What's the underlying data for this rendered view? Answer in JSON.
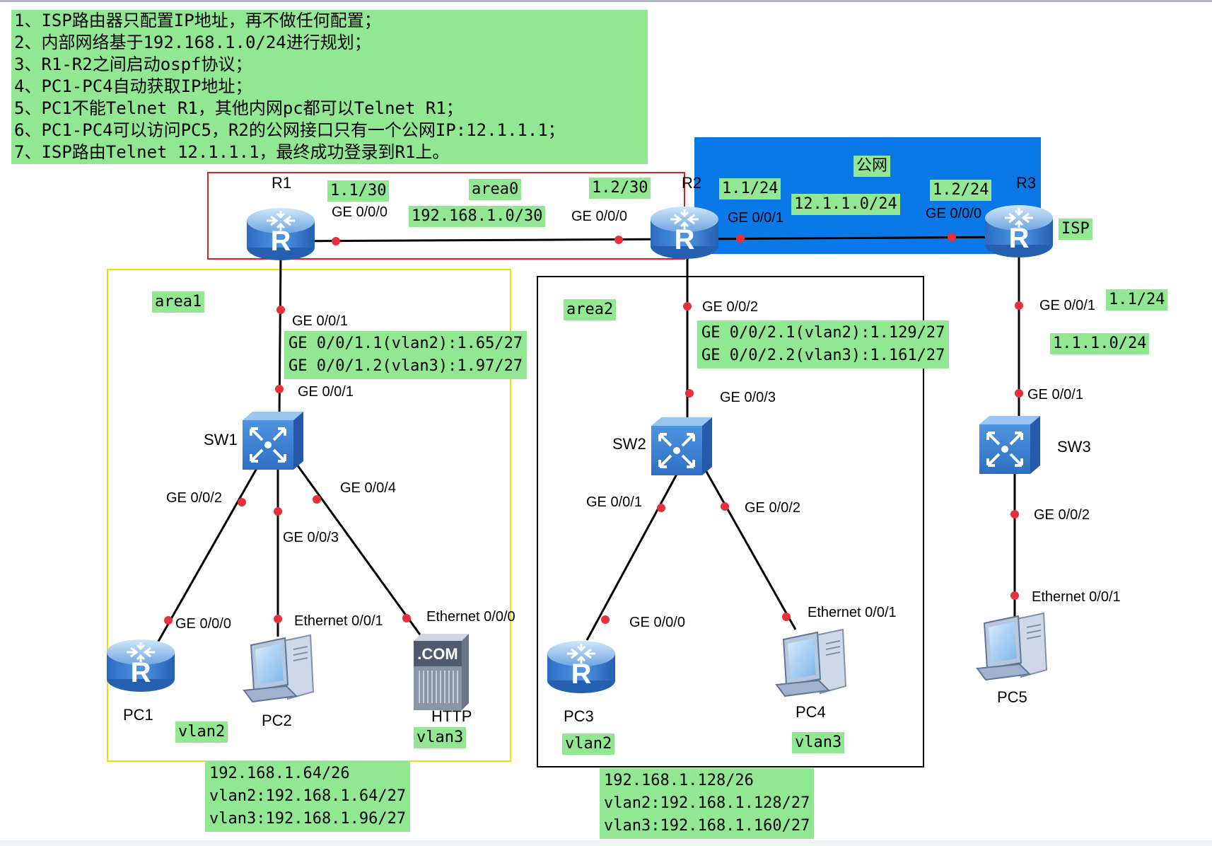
{
  "notes": [
    "1、ISP路由器只配置IP地址，再不做任何配置；",
    "2、内部网络基于192.168.1.0/24进行规划；",
    "3、R1-R2之间启动ospf协议；",
    "4、PC1-PC4自动获取IP地址；",
    "5、PC1不能Telnet R1，其他内网pc都可以Telnet R1；",
    "6、PC1-PC4可以访问PC5，R2的公网接口只有一个公网IP:12.1.1.1；",
    "7、ISP路由Telnet 12.1.1.1，最终成功登录到R1上。"
  ],
  "public_network": {
    "title": "公网",
    "r2_ip": "1.1/24",
    "subnet": "12.1.1.0/24",
    "r3_ip": "1.2/24"
  },
  "area0": {
    "label": "area0",
    "r1_ip": "1.1/30",
    "r2_ip": "1.2/30",
    "subnet": "192.168.1.0/30"
  },
  "area1": {
    "label": "area1",
    "subif_1": "GE 0/0/1.1(vlan2):1.65/27",
    "subif_2": "GE 0/0/1.2(vlan3):1.97/27",
    "vlan_pc1": "vlan2",
    "vlan_http": "vlan3",
    "summary": [
      "192.168.1.64/26",
      "vlan2:192.168.1.64/27",
      "vlan3:192.168.1.96/27"
    ]
  },
  "area2": {
    "label": "area2",
    "subif_1": "GE 0/0/2.1(vlan2):1.129/27",
    "subif_2": "GE 0/0/2.2(vlan3):1.161/27",
    "vlan_pc3": "vlan2",
    "vlan_pc4": "vlan3",
    "summary": [
      "192.168.1.128/26",
      "vlan2:192.168.1.128/27",
      "vlan3:192.168.1.160/27"
    ]
  },
  "isp_side": {
    "isp_tag": "ISP",
    "r3_ip": "1.1/24",
    "subnet": "1.1.1.0/24"
  },
  "nodes": {
    "r1": "R1",
    "r2": "R2",
    "r3": "R3",
    "sw1": "SW1",
    "sw2": "SW2",
    "sw3": "SW3",
    "pc1": "PC1",
    "pc2": "PC2",
    "http": "HTTP",
    "pc3": "PC3",
    "pc4": "PC4",
    "pc5": "PC5"
  },
  "ports": {
    "r1_ge000": "GE 0/0/0",
    "r2_ge000": "GE 0/0/0",
    "r2_ge001": "GE 0/0/1",
    "r3_ge000": "GE 0/0/0",
    "r1_ge001": "GE 0/0/1",
    "sw1_ge001": "GE 0/0/1",
    "sw1_ge002": "GE 0/0/2",
    "sw1_ge003": "GE 0/0/3",
    "sw1_ge004": "GE 0/0/4",
    "pc1_ge000": "GE 0/0/0",
    "pc2_eth": "Ethernet 0/0/1",
    "http_eth": "Ethernet 0/0/0",
    "r2_ge002": "GE 0/0/2",
    "sw2_ge003": "GE 0/0/3",
    "sw2_ge001": "GE 0/0/1",
    "sw2_ge002": "GE 0/0/2",
    "pc3_ge000": "GE 0/0/0",
    "pc4_eth": "Ethernet 0/0/1",
    "r3_ge001": "GE 0/0/1",
    "sw3_ge001": "GE 0/0/1",
    "sw3_ge002": "GE 0/0/2",
    "pc5_eth": "Ethernet 0/0/1"
  },
  "colors": {
    "tag_green": "#92e892",
    "public_blue": "#0a78e6",
    "area0_border": "#e02020",
    "area1_border": "#f0e000",
    "area2_border": "#000000",
    "port_dot": "#e8303a"
  }
}
